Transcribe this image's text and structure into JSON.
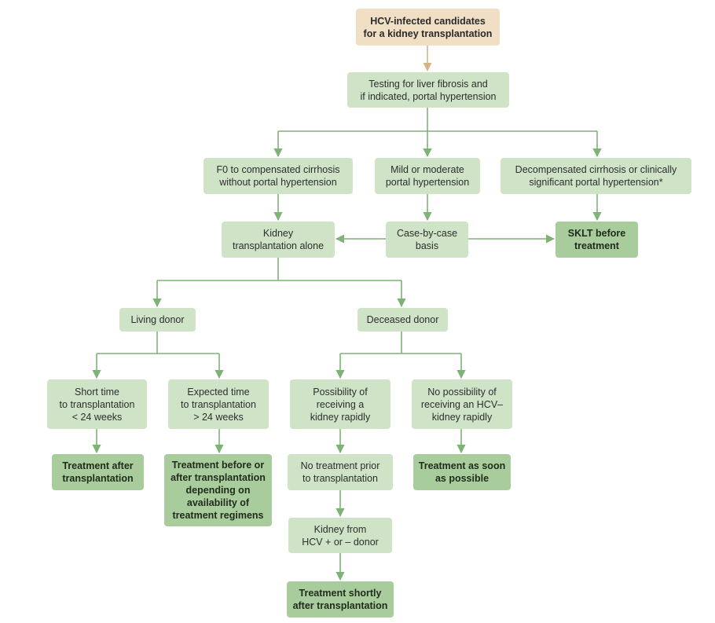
{
  "diagram": {
    "colors": {
      "line": "#7fb276",
      "start_line": "#d4b58c",
      "start_box": "#f0dfc4",
      "light_box": "#cfe3c7",
      "outcome_box": "#a9cc9c"
    },
    "nodes": {
      "start": "HCV-infected candidates\nfor a kidney transplantation",
      "testing": "Testing for liver fibrosis and\nif indicated, portal hypertension",
      "f0": "F0 to compensated cirrhosis\nwithout portal hypertension",
      "mild": "Mild or moderate\nportal hypertension",
      "decomp": "Decompensated cirrhosis or clinically\nsignificant portal hypertension*",
      "kidney_alone": "Kidney\ntransplantation alone",
      "case_by_case": "Case-by-case\nbasis",
      "sklt": "SKLT before\ntreatment",
      "living": "Living donor",
      "deceased": "Deceased donor",
      "short_time": "Short time\nto transplantation\n< 24 weeks",
      "expected_time": "Expected time\nto transplantation\n> 24 weeks",
      "possibility": "Possibility of\nreceiving a\nkidney rapidly",
      "no_possibility": "No possibility of\nreceiving an HCV–\nkidney rapidly",
      "treat_after": "Treatment after\ntransplantation",
      "treat_before_after": "Treatment before or\nafter transplantation\ndepending on\navailability of\ntreatment regimens",
      "no_treatment_prior": "No treatment prior\nto transplantation",
      "treat_asap": "Treatment as soon\nas possible",
      "kidney_from": "Kidney from\nHCV + or – donor",
      "treat_shortly": "Treatment shortly\nafter transplantation"
    }
  }
}
